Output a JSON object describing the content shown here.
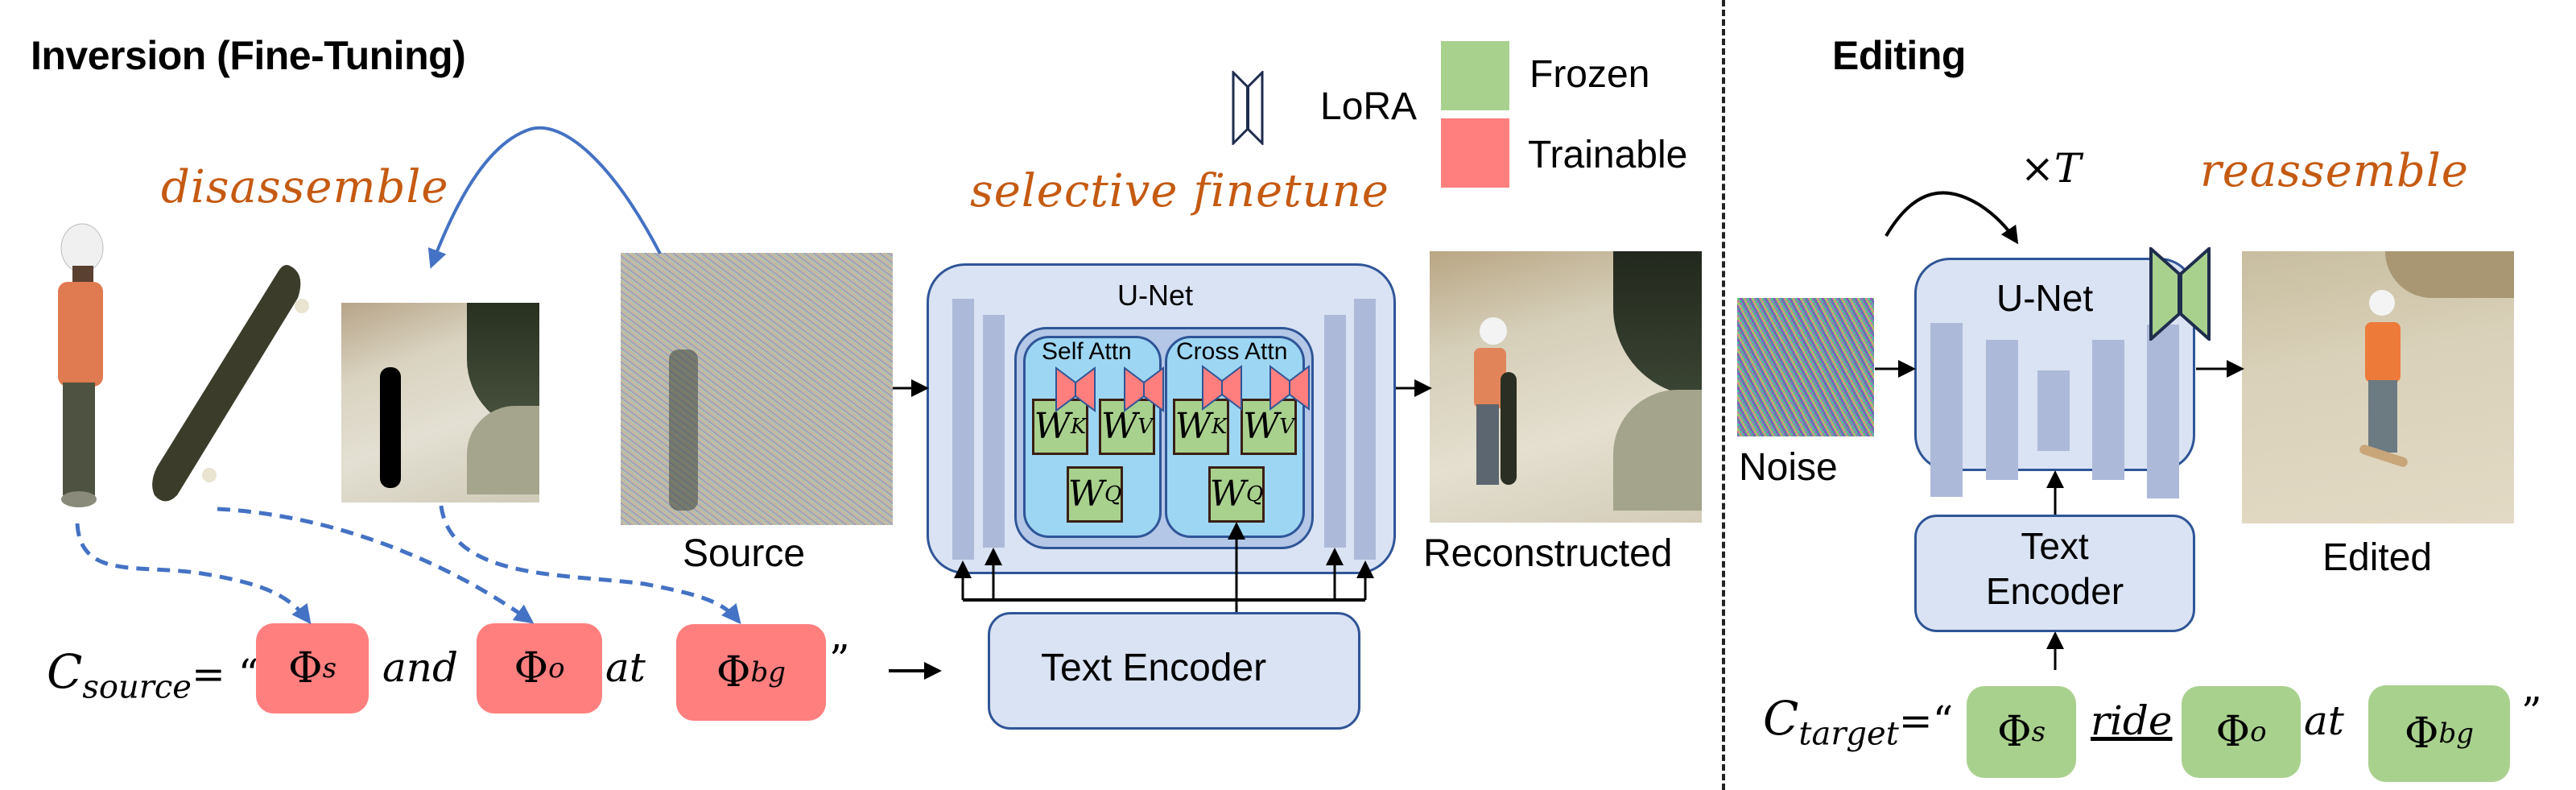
{
  "inversion": {
    "title": "Inversion (Fine-Tuning)",
    "disassemble_label": "disassemble",
    "selective_label": "selective finetune",
    "source_caption": "Source",
    "reconstructed_caption": "Reconstructed",
    "unet_label": "U-Net",
    "self_attn_label": "Self Attn",
    "cross_attn_label": "Cross Attn",
    "weights": {
      "k": "W",
      "k_sub": "K",
      "v": "W",
      "v_sub": "V",
      "q": "W",
      "q_sub": "Q"
    },
    "text_encoder_label": "Text Encoder",
    "prompt": {
      "lhs": "C",
      "lhs_sub": "source",
      "eq": "= “",
      "tokens": [
        {
          "symbol": "Φ",
          "sub": "s"
        },
        {
          "symbol": "Φ",
          "sub": "o"
        },
        {
          "symbol": "Φ",
          "sub": "bg"
        }
      ],
      "words": [
        "and",
        "at"
      ],
      "close_quote": "”"
    }
  },
  "legend": {
    "lora_label": "LoRA",
    "frozen_label": "Frozen",
    "trainable_label": "Trainable",
    "frozen_color": "#a9d18e",
    "trainable_color": "#ff7f7f"
  },
  "editing": {
    "title": "Editing",
    "repeat_label": "×T",
    "reassemble_label": "reassemble",
    "noise_caption": "Noise",
    "unet_label": "U-Net",
    "text_encoder_line1": "Text",
    "text_encoder_line2": "Encoder",
    "edited_caption": "Edited",
    "prompt": {
      "lhs": "C",
      "lhs_sub": "target",
      "eq": "=“",
      "tokens": [
        {
          "symbol": "Φ",
          "sub": "s"
        },
        {
          "symbol": "Φ",
          "sub": "o"
        },
        {
          "symbol": "Φ",
          "sub": "bg"
        }
      ],
      "words": [
        "ride",
        "at"
      ],
      "close_quote": "”"
    }
  }
}
